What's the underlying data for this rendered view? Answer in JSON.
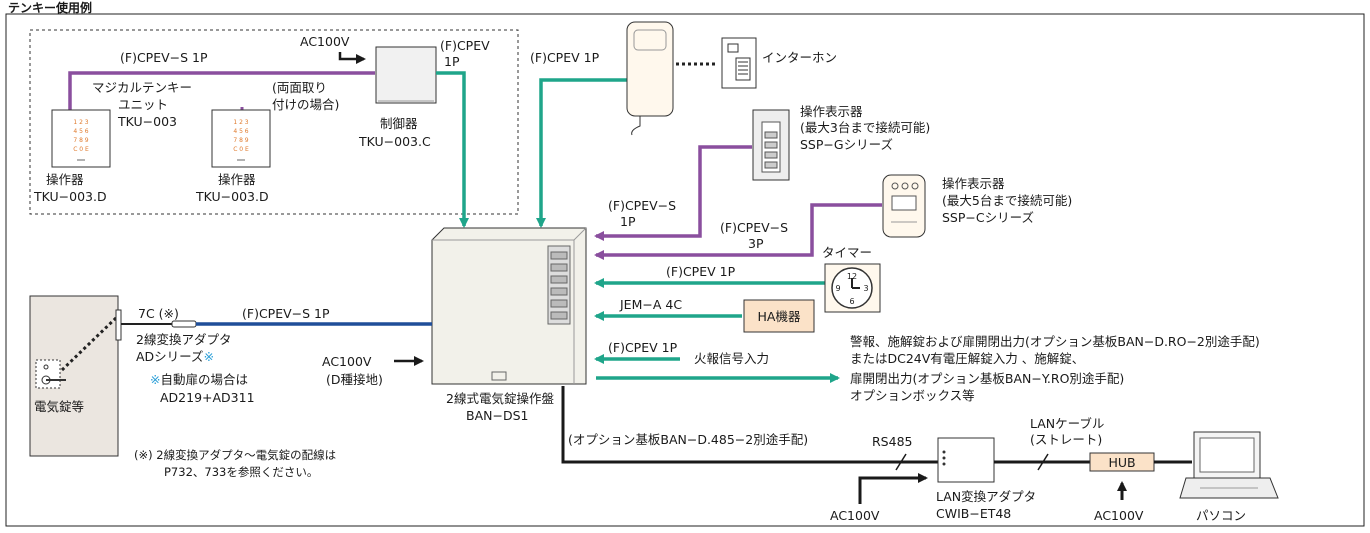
{
  "title": "テンキー使用例",
  "tenkey": {
    "cable_top": "(F)CPEV−S 1P",
    "ac_top": "AC100V",
    "cable_ctrl_l1": "(F)CPEV",
    "cable_ctrl_l2": "1P",
    "unit_l1": "マジカルテンキー",
    "unit_l2": "ユニット",
    "unit_l3": "TKU−003",
    "both_l1": "(両面取り",
    "both_l2": "付けの場合)",
    "ctrl_name": "制御器",
    "ctrl_model": "TKU−003.C",
    "op_name": "操作器",
    "op_model": "TKU−003.D",
    "keypad_rows": [
      "1 2 3",
      "4 5 6",
      "7 8 9",
      "C 0 E"
    ]
  },
  "intercom": {
    "cable": "(F)CPEV 1P",
    "name": "インターホン"
  },
  "sspg": {
    "l1": "操作表示器",
    "l2": "(最大3台まで接続可能)",
    "l3": "SSP−Gシリーズ",
    "cable_l1": "(F)CPEV−S",
    "cable_l2": "1P"
  },
  "sspc": {
    "l1": "操作表示器",
    "l2": "(最大5台まで接続可能)",
    "l3": "SSP−Cシリーズ",
    "cable_l1": "(F)CPEV−S",
    "cable_l2": "3P"
  },
  "timer": {
    "name": "タイマー",
    "cable": "(F)CPEV 1P",
    "clock_nums": [
      "12",
      "3",
      "6",
      "9"
    ]
  },
  "ha": {
    "name": "HA機器",
    "cable": "JEM−A 4C"
  },
  "fire": {
    "cable": "(F)CPEV 1P",
    "name": "火報信号入力"
  },
  "outputs": [
    "警報、施解錠および扉開閉出力(オプション基板BAN−D.RO−2別途手配)",
    "またはDC24V有電圧解錠入力 、施解錠、",
    "扉開閉出力(オプション基板BAN−Y.RO別途手配)",
    "オプションボックス等"
  ],
  "panel": {
    "l1": "2線式電気錠操作盤",
    "l2": "BAN−DS1"
  },
  "panel_ac": {
    "l1": "AC100V",
    "l2": "(D種接地)"
  },
  "lock": {
    "name": "電気錠等",
    "wire": "7C (※)",
    "cable": "(F)CPEV−S 1P",
    "adapter_l1": "2線変換アダプタ",
    "adapter_l2": "ADシリーズ",
    "adapter_mark": "※",
    "auto_l1": "※自動扉の場合は",
    "auto_l2": "AD219+AD311"
  },
  "note_l1": "(※) 2線変換アダプタ〜電気錠の配線は",
  "note_l2": "P732、733を参照ください。",
  "lan": {
    "option": "(オプション基板BAN−D.485−2別途手配)",
    "rs485": "RS485",
    "cable_l1": "LANケーブル",
    "cable_l2": "(ストレート)",
    "adapter_l1": "LAN変換アダプタ",
    "adapter_l2": "CWIB−ET48",
    "ac1": "AC100V",
    "ac2": "AC100V",
    "hub": "HUB",
    "pc": "パソコン"
  },
  "colors": {
    "teal": "#1fa58a",
    "purple": "#8a4f9e",
    "navy": "#1f4e99",
    "blue_note": "#2ea0d8"
  }
}
